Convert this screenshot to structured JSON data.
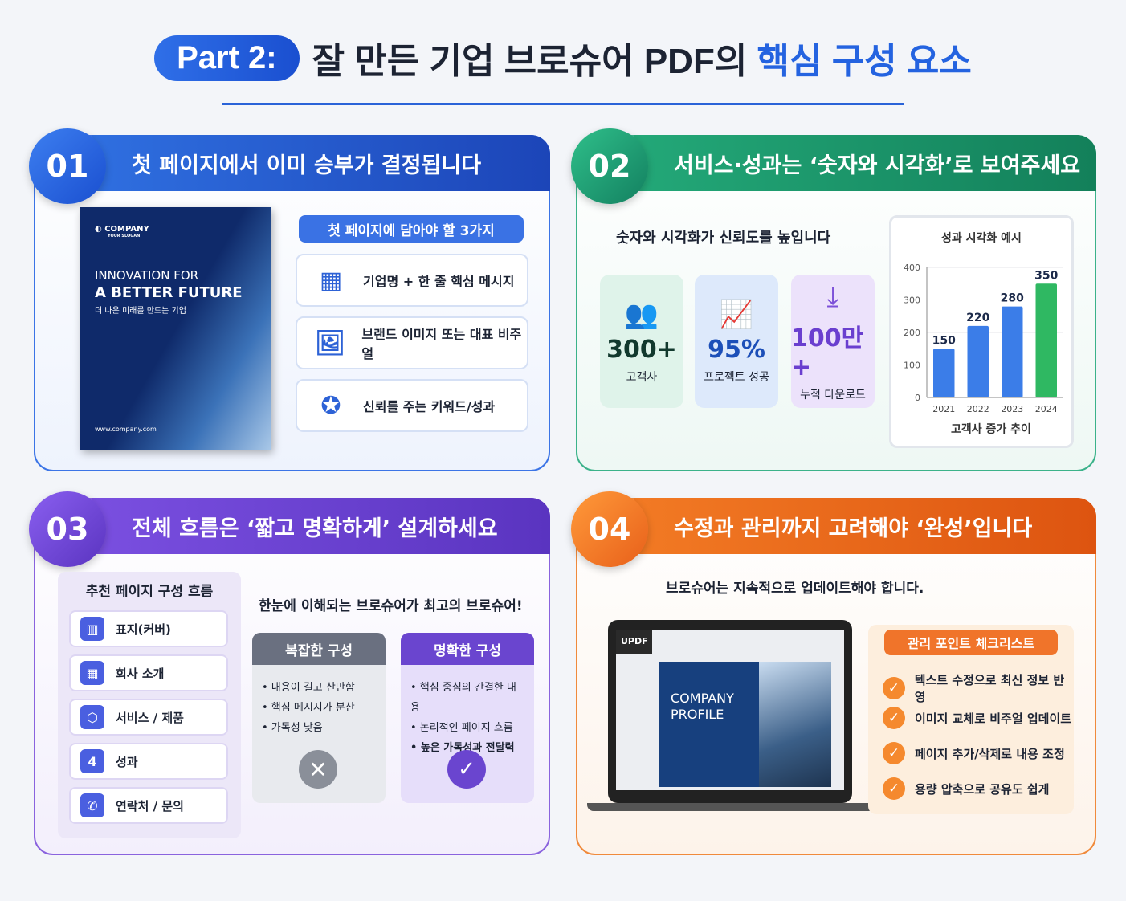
{
  "header": {
    "part": "Part 2:",
    "title_main": "잘 만든 기업 브로슈어 PDF의 ",
    "title_highlight": "핵심 구성 요소"
  },
  "colors": {
    "blue": "#2463e0",
    "green": "#1f9a6e",
    "purple": "#6a45cf",
    "orange": "#ef6c1a"
  },
  "s1": {
    "num": "01",
    "title": "첫 페이지에서 이미 승부가 결정됩니다",
    "cover": {
      "company": "COMPANY",
      "slogan": "YOUR SLOGAN",
      "line1": "INNOVATION FOR",
      "line2": "A BETTER FUTURE",
      "line3": "더 나은 미래를 만드는 기업",
      "url": "www.company.com"
    },
    "badge": "첫 페이지에 담아야 할 3가지",
    "items": [
      {
        "icon": "building-icon",
        "label": "기업명 + 한 줄 핵심 메시지"
      },
      {
        "icon": "image-icon",
        "label": "브랜드 이미지 또는 대표 비주얼"
      },
      {
        "icon": "award-icon",
        "label": "신뢰를 주는 키워드/성과"
      }
    ]
  },
  "s2": {
    "num": "02",
    "title": "서비스·성과는 ‘숫자와 시각화’로 보여주세요",
    "subtitle": "숫자와 시각화가 신뢰도를 높입니다",
    "stats": [
      {
        "icon": "users-icon",
        "value": "300+",
        "label": "고객사"
      },
      {
        "icon": "chart-report-icon",
        "value": "95%",
        "label": "프로젝트 성공"
      },
      {
        "icon": "download-icon",
        "value": "100만+",
        "label": "누적 다운로드"
      }
    ]
  },
  "chart_data": {
    "type": "bar",
    "title": "성과 시각화 예시",
    "xlabel": "고객사 증가 추이",
    "ylabel": "",
    "categories": [
      "2021",
      "2022",
      "2023",
      "2024"
    ],
    "values": [
      150,
      220,
      280,
      350
    ],
    "ylim": [
      0,
      400
    ],
    "yticks": [
      "0",
      "100",
      "200",
      "300",
      "400"
    ],
    "data_labels": [
      "150",
      "220",
      "280",
      "350"
    ],
    "colors": [
      "#3b7de8",
      "#3b7de8",
      "#3b7de8",
      "#2fb862"
    ],
    "grid": true
  },
  "s3": {
    "num": "03",
    "title": "전체 흐름은 ‘짧고 명확하게’ 설계하세요",
    "flow_title": "추천 페이지 구성 흐름",
    "flow": [
      {
        "icon": "book-icon",
        "glyph": "▥",
        "label": "표지(커버)"
      },
      {
        "icon": "building-icon",
        "glyph": "▦",
        "label": "회사 소개"
      },
      {
        "icon": "cube-icon",
        "glyph": "⬡",
        "label": "서비스 / 제품"
      },
      {
        "icon": "number-4-icon",
        "glyph": "4",
        "label": "성과"
      },
      {
        "icon": "phone-icon",
        "glyph": "✆",
        "label": "연락처 / 문의"
      }
    ],
    "headline": "한눈에 이해되는 브로슈어가 최고의 브로슈어!",
    "bad": {
      "title": "복잡한 구성",
      "items": [
        "내용이 길고 산만함",
        "핵심 메시지가 분산",
        "가독성 낮음"
      ]
    },
    "good": {
      "title": "명확한 구성",
      "items": [
        "핵심 중심의 간결한 내용",
        "논리적인 페이지 흐름",
        "높은 가독성과 전달력"
      ]
    }
  },
  "s4": {
    "num": "04",
    "title": "수정과 관리까지 고려해야 ‘완성’입니다",
    "subtitle": "브로슈어는 지속적으로 업데이트해야 합니다.",
    "app": "UPDF",
    "doc_title1": "COMPANY",
    "doc_title2": "PROFILE",
    "checklist_title": "관리 포인트 체크리스트",
    "checklist": [
      "텍스트 수정으로 최신 정보 반영",
      "이미지 교체로 비주얼 업데이트",
      "페이지 추가/삭제로 내용 조정",
      "용량 압축으로 공유도 쉽게"
    ]
  }
}
